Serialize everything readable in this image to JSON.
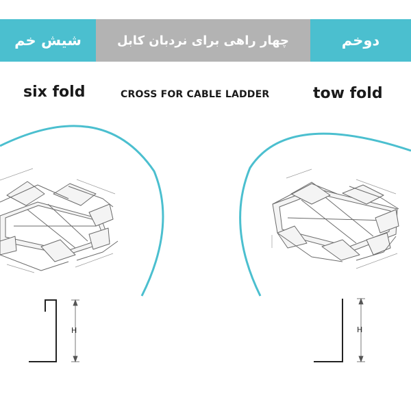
{
  "header": {
    "left_label": "شیش خم",
    "center_label": "چهار راهی برای نردبان کابل",
    "right_label": "دوخم"
  },
  "captions": {
    "left": "six fold",
    "center": "CROSS FOR CABLE LADDER",
    "right": "tow fold"
  },
  "profiles": {
    "left_dimension_label": "H",
    "right_dimension_label": "H"
  },
  "colors": {
    "accent": "#4bbfcf",
    "band_gray": "#b3b3b3"
  }
}
